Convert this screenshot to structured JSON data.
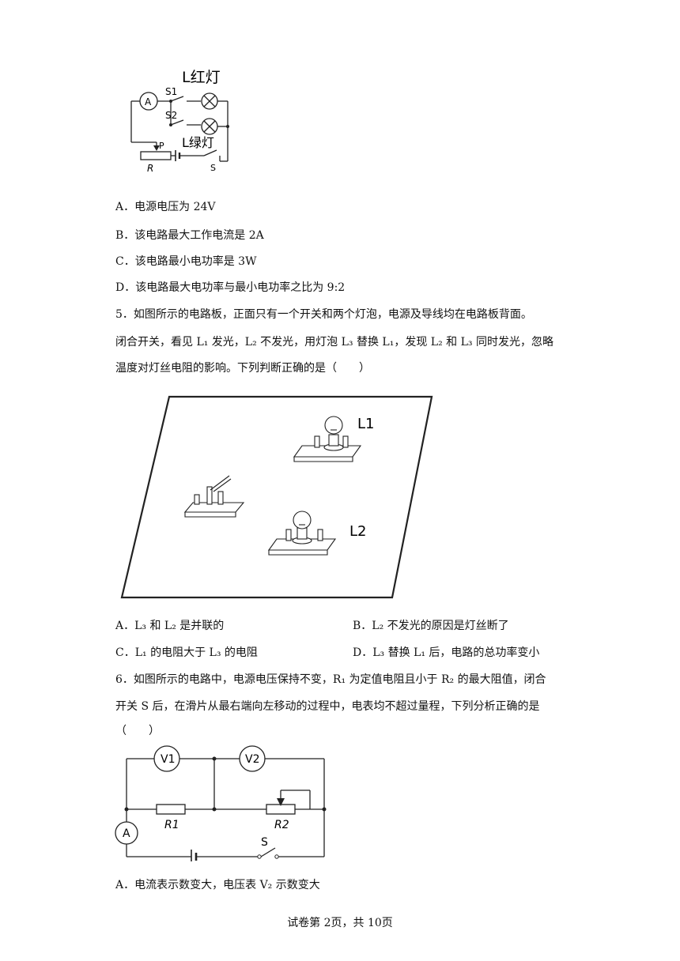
{
  "fig1": {
    "ammeter": "A",
    "switch1": "S1",
    "switch2": "S2",
    "red_lamp": "L红灯",
    "green_lamp": "L绿灯",
    "slider": "P",
    "rheostat": "R",
    "main_switch": "S"
  },
  "q4": {
    "options": [
      {
        "letter": "A．",
        "text": "电源电压为 24V"
      },
      {
        "letter": "B．",
        "text": "该电路最大工作电流是 2A"
      },
      {
        "letter": "C．",
        "text": "该电路最小电功率是 3W"
      },
      {
        "letter": "D．",
        "text": "该电路最大电功率与最小电功率之比为 9:2"
      }
    ]
  },
  "q5": {
    "stem_line1": "5．如图所示的电路板，正面只有一个开关和两个灯泡，电源及导线均在电路板背面。",
    "stem_line2": "闭合开关，看见 L₁ 发光，L₂ 不发光，用灯泡 L₃ 替换 L₁，发现 L₂ 和 L₃ 同时发光，忽略",
    "stem_line3": "温度对灯丝电阻的影响。下列判断正确的是（　　）",
    "label_l1": "L1",
    "label_l2": "L2",
    "options": [
      {
        "letter": "A．",
        "text": "L₃ 和 L₂ 是并联的"
      },
      {
        "letter": "B．",
        "text": "L₂ 不发光的原因是灯丝断了"
      },
      {
        "letter": "C．",
        "text": "L₁ 的电阻大于 L₃ 的电阻"
      },
      {
        "letter": "D．",
        "text": "L₃ 替换 L₁ 后，电路的总功率变小"
      }
    ]
  },
  "q6": {
    "stem_line1": "6．如图所示的电路中，电源电压保持不变，R₁ 为定值电阻且小于 R₂ 的最大阻值，闭合",
    "stem_line2": "开关 S 后，在滑片从最右端向左移动的过程中，电表均不超过量程，下列分析正确的是",
    "stem_line3": "（　　）",
    "fig": {
      "v1": "V1",
      "v2": "V2",
      "r1": "R1",
      "r2": "R2",
      "ammeter": "A",
      "switch": "S"
    },
    "options": [
      {
        "letter": "A．",
        "text": "电流表示数变大，电压表 V₂ 示数变大"
      }
    ]
  },
  "footer": "试卷第 2页，共 10页"
}
